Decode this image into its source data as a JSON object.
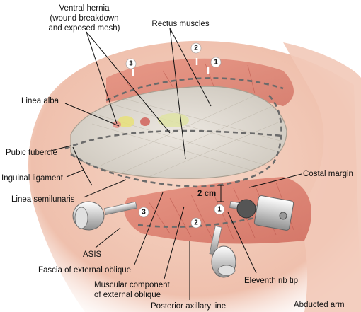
{
  "labels": {
    "ventral_hernia_1": "Ventral hernia",
    "ventral_hernia_2": "(wound breakdown",
    "ventral_hernia_3": "and exposed mesh)",
    "rectus_muscles": "Rectus muscles",
    "linea_alba": "Linea alba",
    "pubic_tubercle": "Pubic tubercle",
    "inguinal_ligament": "Inguinal ligament",
    "linea_semilunaris": "Linea semilunaris",
    "costal_margin": "Costal margin",
    "two_cm": "2 cm",
    "asis": "ASIS",
    "fascia_external_oblique": "Fascia of external oblique",
    "muscular_component_1": "Muscular component",
    "muscular_component_2": "of external oblique",
    "eleventh_rib_tip": "Eleventh rib tip",
    "posterior_axillary_line": "Posterior axillary line",
    "abducted_arm": "Abducted arm"
  },
  "port_markers": {
    "top_1": "1",
    "top_2": "2",
    "top_3": "3",
    "lower_1": "1",
    "lower_2": "2",
    "lower_3": "3"
  }
}
